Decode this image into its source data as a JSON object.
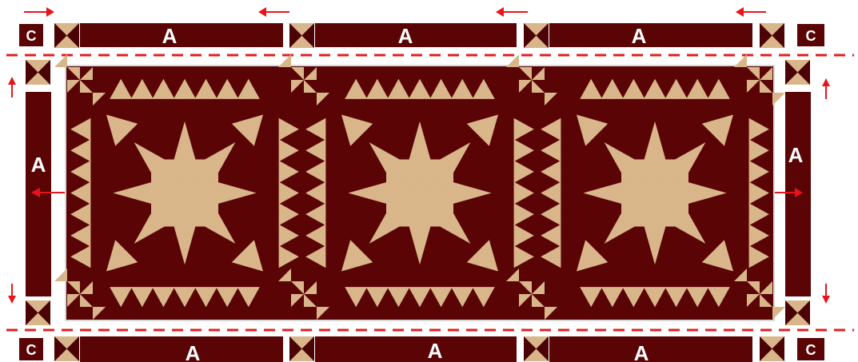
{
  "labels": {
    "strip": "A",
    "corner": "C"
  },
  "colors": {
    "dark": "#5a0406",
    "dark_alt": "#4a0204",
    "light": "#dcb98e",
    "light_alt": "#c9a172",
    "arrow": "#e8141b",
    "guide": "#e02020",
    "background": "#ffffff"
  },
  "design": {
    "star_blocks": 3,
    "top_border": [
      "C",
      "A",
      "A",
      "A",
      "C"
    ],
    "bottom_border": [
      "C",
      "A",
      "A",
      "A",
      "C"
    ],
    "left_border": [
      "A"
    ],
    "right_border": [
      "A"
    ]
  }
}
